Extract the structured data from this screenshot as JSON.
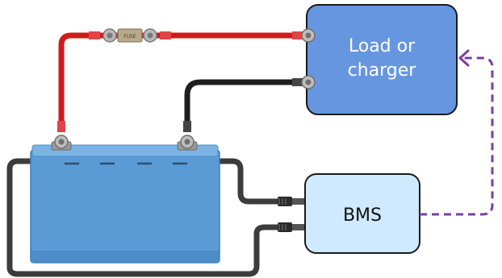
{
  "load_box": {
    "line1": "Load or",
    "line2": "charger"
  },
  "bms_box": {
    "label": "BMS"
  },
  "fuse": {
    "label": "FUSE"
  },
  "colors": {
    "battery_body": "#5a9bd5",
    "battery_lid": "#7bb3e3",
    "load_box": "#6796e0",
    "bms_box": "#cfeaff",
    "positive_cable": "#d01a1a",
    "negative_cable": "#1e1e1e",
    "bms_cable": "#3c3c3c",
    "communication_link": "#7a3fa0"
  }
}
